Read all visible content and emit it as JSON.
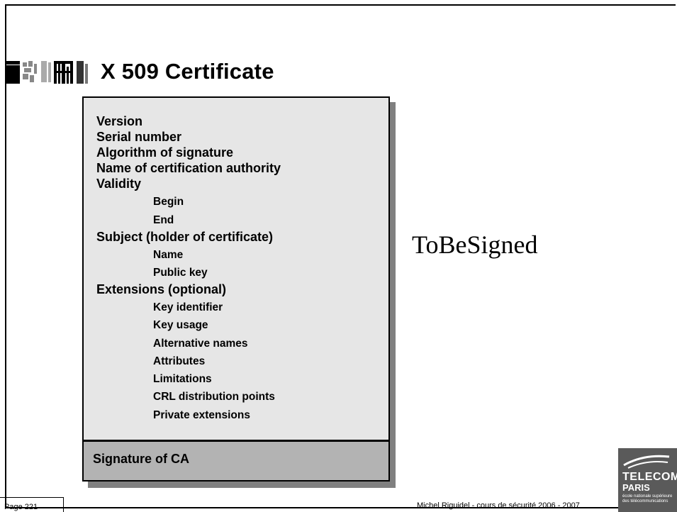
{
  "title": "X 509 Certificate",
  "fields": [
    {
      "label": "Version",
      "level": 0
    },
    {
      "label": "Serial number",
      "level": 0
    },
    {
      "label": "Algorithm of signature",
      "level": 0
    },
    {
      "label": "Name of certification authority",
      "level": 0
    },
    {
      "label": "Validity",
      "level": 0
    },
    {
      "label": "Begin",
      "level": 1
    },
    {
      "label": "End",
      "level": 1
    },
    {
      "label": "Subject (holder of certificate)",
      "level": 0
    },
    {
      "label": "Name",
      "level": 1
    },
    {
      "label": "Public key",
      "level": 1
    },
    {
      "label": "Extensions  (optional)",
      "level": 0
    },
    {
      "label": "Key identifier",
      "level": 1
    },
    {
      "label": "Key usage",
      "level": 1
    },
    {
      "label": "Alternative names",
      "level": 1
    },
    {
      "label": "Attributes",
      "level": 1
    },
    {
      "label": "Limitations",
      "level": 1
    },
    {
      "label": "CRL distribution points",
      "level": 1
    },
    {
      "label": "Private extensions",
      "level": 1
    }
  ],
  "signature_label": "Signature of CA",
  "to_be_signed": "ToBeSigned",
  "footer": {
    "page": "Page 221",
    "credit": "Michel Riguidel - cours de sécurité 2006 - 2007"
  },
  "logo": {
    "line1": "TELECOM",
    "line2": "PARIS",
    "line3": "école nationale supérieure des télécommunications"
  },
  "colors": {
    "box_fill": "#e6e6e6",
    "signature_fill": "#b3b3b3",
    "shadow": "#808080",
    "logo_bg": "#5a5a5a"
  }
}
